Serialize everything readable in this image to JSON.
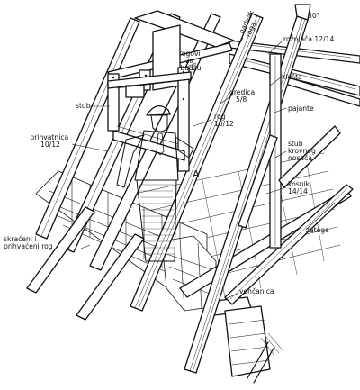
{
  "diagram": {
    "labels": {
      "nadvak_roga": "nadvak\nroga",
      "angle": "30°",
      "roznjaca": "rožnjača 12/14",
      "rogovi_za_badzu": "rogovi\nza\nbadžu",
      "stub": "stub",
      "klesta": "klešta",
      "gredica": "gredica\n5/8",
      "pajante": "pajante",
      "prihvatnica": "prihvatnica\n10/12",
      "rog": "rog\n10/12",
      "stub_krovnog_nosaca": "stub\nkrovnog\nnosača",
      "marker_a": "A",
      "kosnik": "kosnik\n14/14",
      "zatega": "zatega",
      "skraceni_rog": "skraćeni i\nprihvaćeni  rog",
      "vencanica": "venčanica"
    }
  }
}
